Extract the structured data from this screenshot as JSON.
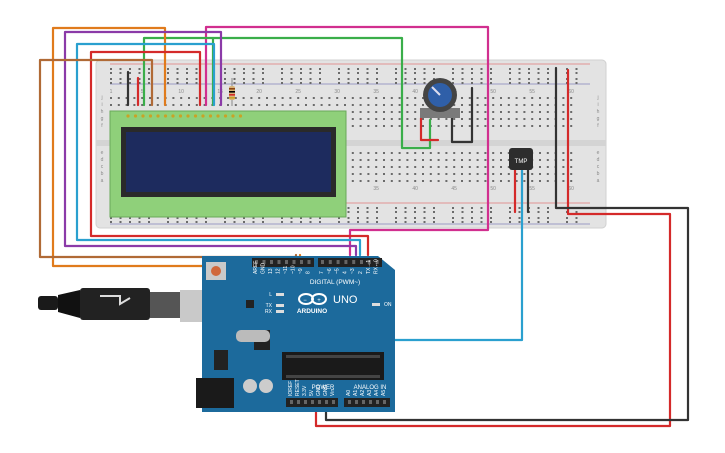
{
  "board": {
    "brand": "ARDUINO",
    "model": "UNO",
    "digital_header": "DIGITAL (PWM~)",
    "power_header": "POWER",
    "analog_header": "ANALOG IN",
    "on_label": "ON",
    "led_labels": [
      "L",
      "TX",
      "RX"
    ],
    "top_pin_labels": [
      "AREF",
      "GND",
      "13",
      "12",
      "~11",
      "~10",
      "~9",
      "8",
      "7",
      "~6",
      "~5",
      "4",
      "~3",
      "2",
      "TX→1",
      "RX←0"
    ],
    "power_pin_labels": [
      "IOREF",
      "RESET",
      "3.3V",
      "5V",
      "GND",
      "GND",
      "Vin"
    ],
    "analog_pin_labels": [
      "A0",
      "A1",
      "A2",
      "A3",
      "A4",
      "A5"
    ]
  },
  "sensor": {
    "label": "TMP"
  },
  "breadboard": {
    "column_numbers": [
      "1",
      "5",
      "10",
      "15",
      "20",
      "25",
      "30",
      "35",
      "40",
      "45",
      "50",
      "55",
      "60"
    ],
    "row_letters_top": [
      "j",
      "i",
      "h",
      "g",
      "f"
    ],
    "row_letters_bottom": [
      "e",
      "d",
      "c",
      "b",
      "a"
    ]
  },
  "colors": {
    "breadboard": "#e3e3e3",
    "lcd_pcb": "#8fd07a",
    "lcd_screen": "#1d2b5e",
    "arduino": "#1c6a9c",
    "wire_orange": "#e07b1c",
    "wire_purple": "#8b3aa8",
    "wire_teal": "#2aa0cf",
    "wire_red": "#d42a2a",
    "wire_brown": "#b06a36",
    "wire_green": "#3aae4a",
    "wire_magenta": "#d12f8f",
    "wire_black": "#333333"
  }
}
